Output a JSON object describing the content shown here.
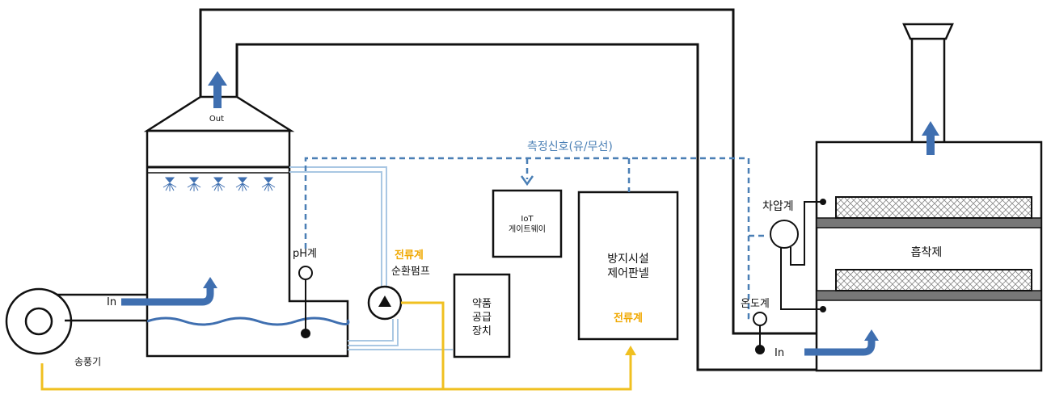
{
  "colors": {
    "line": "#111111",
    "signal": "#4a7fb5",
    "flow_arrow": "#3f6fb0",
    "water": "#3f6fb0",
    "pipe_light": "#a9c7e3",
    "yellow": "#f0c020",
    "orange_text": "#f0a800",
    "filter_hatch": "#888888"
  },
  "labels": {
    "out": "Out",
    "in_left": "In",
    "in_right": "In",
    "blower": "송풍기",
    "ph_meter": "pH계",
    "ammeter_pump": "전류계",
    "circ_pump": "순환펌프",
    "chem_supply": [
      "약품",
      "공급",
      "장치"
    ],
    "iot_gateway": [
      "IoT",
      "게이트웨이"
    ],
    "control_panel": [
      "방지시설",
      "제어판넬"
    ],
    "ammeter_panel": "전류계",
    "signal": "측정신호(유/무선)",
    "diff_pressure": "차압계",
    "adsorbent": "흡착제",
    "thermometer": "온도계"
  }
}
